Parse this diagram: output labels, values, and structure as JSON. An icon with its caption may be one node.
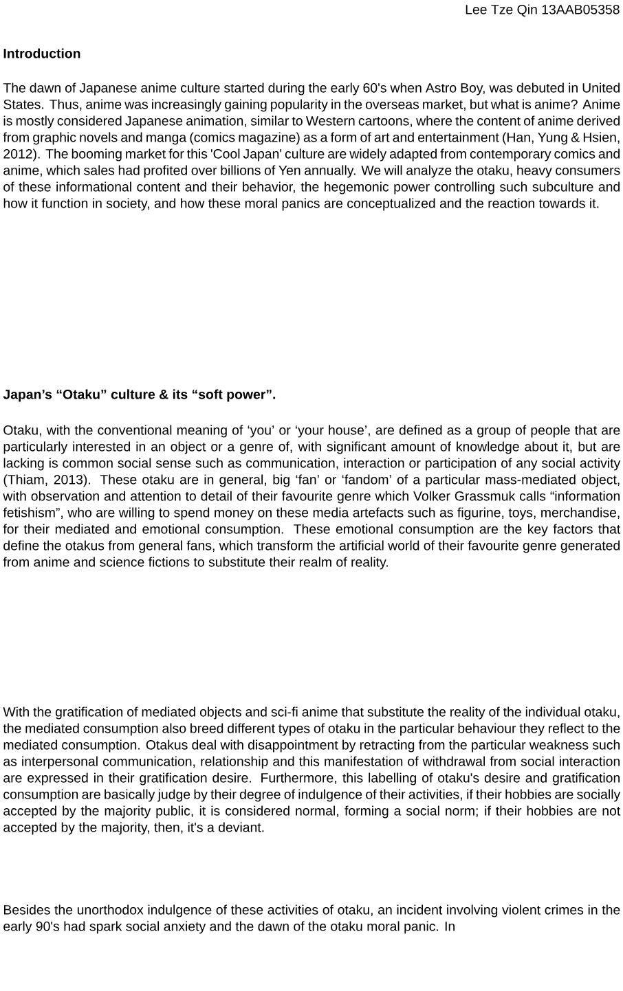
{
  "diagram": {
    "labels": [
      "Lee Tze Qin 13AAB05358",
      "Introduction",
      "The dawn of Japanese anime culture started during the early 60's when Astro Boy, was debuted in United States. Thus, anime was increasingly gaining popularity in the overseas market, but what is anime? Anime is mostly considered Japanese animation, similar to Western cartoons, where the content of anime derived from graphic novels and manga (comics magazine) as a form of art and entertainment (Han, Yung & Hsien, 2012). The booming market for this 'Cool Japan' culture are widely adapted from contemporary comics and anime, which sales had profited over billions of Yen annually. We will analyze the otaku, heavy consumers of these informational content and their behavior, the hegemonic power controlling such subculture and how it function in society, and how these moral panics are conceptualized and the reaction towards it.",
      "Japan’s “Otaku” culture & its “soft power”.",
      "Otaku, with the conventional meaning of ‘you’ or ‘your house’, are defined as a group of people that are particularly interested in an object or a genre of, with significant amount of knowledge about it, but are lacking is common social sense such as communication, interaction or participation of any social activity (Thiam, 2013). These otaku are in general, big ‘fan’ or ‘fandom’ of a particular mass-mediated object, with observation and attention to detail of their favourite genre which Volker Grassmuk calls “information fetishism”, who are willing to spend money on these media artefacts such as figurine, toys, merchandise, for their mediated and emotional consumption. These emotional consumption are the key factors that define the otakus from general fans, which transform the artificial world of their favourite genre generated from anime and science fictions to substitute their realm of reality.",
      "With the gratification of mediated objects and sci-fi anime that substitute the reality of the individual otaku, the mediated consumption also breed different types of otaku in the particular behaviour they reflect to the mediated consumption. Otakus deal with disappointment by retracting from the particular weakness such as interpersonal communication, relationship and this manifestation of withdrawal from social interaction are expressed in their gratification desire. Furthermore, this labelling of otaku's desire and gratification consumption are basically judge by their degree of indulgence of their activities, if their hobbies are socially accepted by the majority public, it is considered normal, forming a social norm; if their hobbies are not accepted by the majority, then, it's a deviant.",
      "Besides the unorthodox indulgence of these activities of otaku, an incident involving violent crimes in the early 90's had spark social anxiety and the dawn of the otaku moral panic. In"
    ]
  }
}
